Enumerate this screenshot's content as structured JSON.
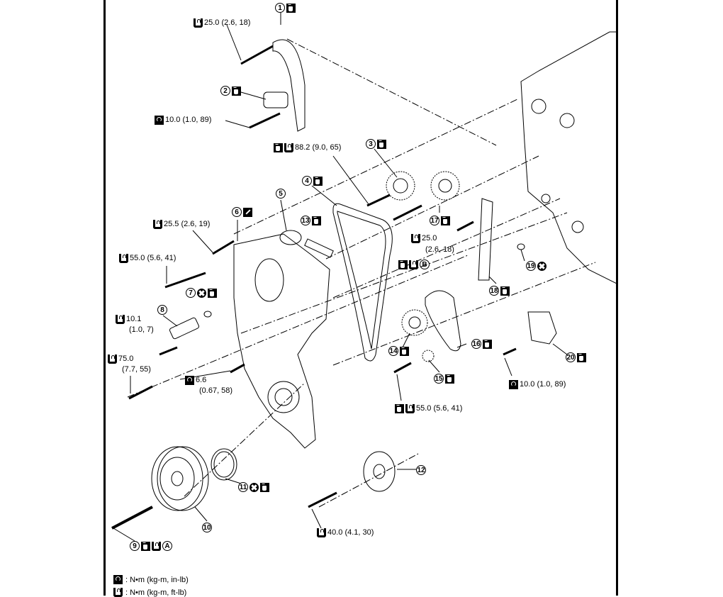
{
  "diagram": {
    "title": "Timing chain / front cover exploded view",
    "parts": [
      {
        "no": "1",
        "symbols": [
          "oil-icon"
        ]
      },
      {
        "no": "2",
        "symbols": [
          "oil-icon"
        ]
      },
      {
        "no": "3",
        "symbols": [
          "oil-icon"
        ]
      },
      {
        "no": "4",
        "symbols": [
          "oil-icon"
        ]
      },
      {
        "no": "5",
        "symbols": []
      },
      {
        "no": "6",
        "symbols": [
          "sealant-icon"
        ]
      },
      {
        "no": "7",
        "symbols": [
          "do-not-reuse-icon",
          "oil-icon"
        ]
      },
      {
        "no": "8",
        "symbols": []
      },
      {
        "no": "9",
        "symbols": [
          "oil-icon",
          "torque-icon"
        ],
        "note": "A"
      },
      {
        "no": "10",
        "symbols": []
      },
      {
        "no": "11",
        "symbols": [
          "do-not-reuse-icon",
          "oil-icon"
        ]
      },
      {
        "no": "12",
        "symbols": []
      },
      {
        "no": "13",
        "symbols": [
          "oil-icon"
        ]
      },
      {
        "no": "14",
        "symbols": [
          "oil-icon"
        ]
      },
      {
        "no": "15",
        "symbols": [
          "oil-icon"
        ]
      },
      {
        "no": "16",
        "symbols": [
          "oil-icon"
        ]
      },
      {
        "no": "17",
        "symbols": [
          "oil-icon"
        ]
      },
      {
        "no": "18",
        "symbols": [
          "oil-icon"
        ]
      },
      {
        "no": "19",
        "symbols": [
          "do-not-reuse-icon"
        ]
      },
      {
        "no": "20",
        "symbols": [
          "oil-icon"
        ]
      }
    ],
    "torques": {
      "t1": {
        "value": "25.0 (2.6, 18)",
        "unit": "ft-lb"
      },
      "t2": {
        "value": "10.0 (1.0, 89)",
        "unit": "in-lb"
      },
      "t3": {
        "value": "88.2 (9.0, 65)",
        "unit": "ft-lb"
      },
      "t4": {
        "value": "25.5 (2.6, 19)",
        "unit": "ft-lb"
      },
      "t5": {
        "value": "55.0 (5.6, 41)",
        "unit": "ft-lb"
      },
      "t6a": {
        "value": "10.1"
      },
      "t6b": {
        "value": "(1.0, 7)"
      },
      "t7a": {
        "value": "75.0"
      },
      "t7b": {
        "value": "(7.7, 55)"
      },
      "t8a": {
        "value": "6.6"
      },
      "t8b": {
        "value": "(0.67, 58)"
      },
      "t9a": {
        "value": "25.0"
      },
      "t9b": {
        "value": "(2.6, 18)"
      },
      "t10": {
        "value": "55.0 (5.6, 41)"
      },
      "t11": {
        "value": "10.0 (1.0, 89)"
      },
      "t12": {
        "value": "40.0 (4.1, 30)"
      }
    },
    "notes": {
      "a": "A",
      "b": "B"
    },
    "legend": [
      {
        "icon": "torque-in-icon",
        "text": ": N•m (kg-m, in-lb)"
      },
      {
        "icon": "torque-ft-icon",
        "text": ": N•m (kg-m, ft-lb)"
      }
    ]
  }
}
